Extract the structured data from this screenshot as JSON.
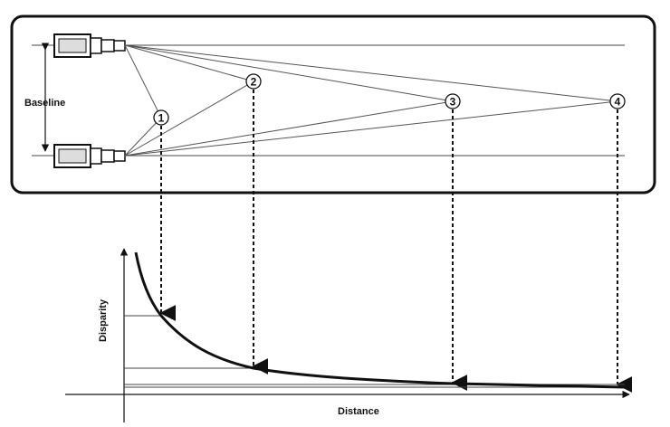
{
  "diagram": {
    "baseline_label": "Baseline",
    "points": [
      {
        "id": "1",
        "label": "1"
      },
      {
        "id": "2",
        "label": "2"
      },
      {
        "id": "3",
        "label": "3"
      },
      {
        "id": "4",
        "label": "4"
      }
    ]
  },
  "chart_data": {
    "type": "line",
    "title": "",
    "xlabel": "Distance",
    "ylabel": "Disparity",
    "curve": "disparity inversely proportional to distance",
    "grid": false,
    "projections": [
      "1",
      "2",
      "3",
      "4"
    ]
  },
  "colors": {
    "stroke": "#111111",
    "ray": "#555555",
    "dashed_drop": "#111111"
  }
}
